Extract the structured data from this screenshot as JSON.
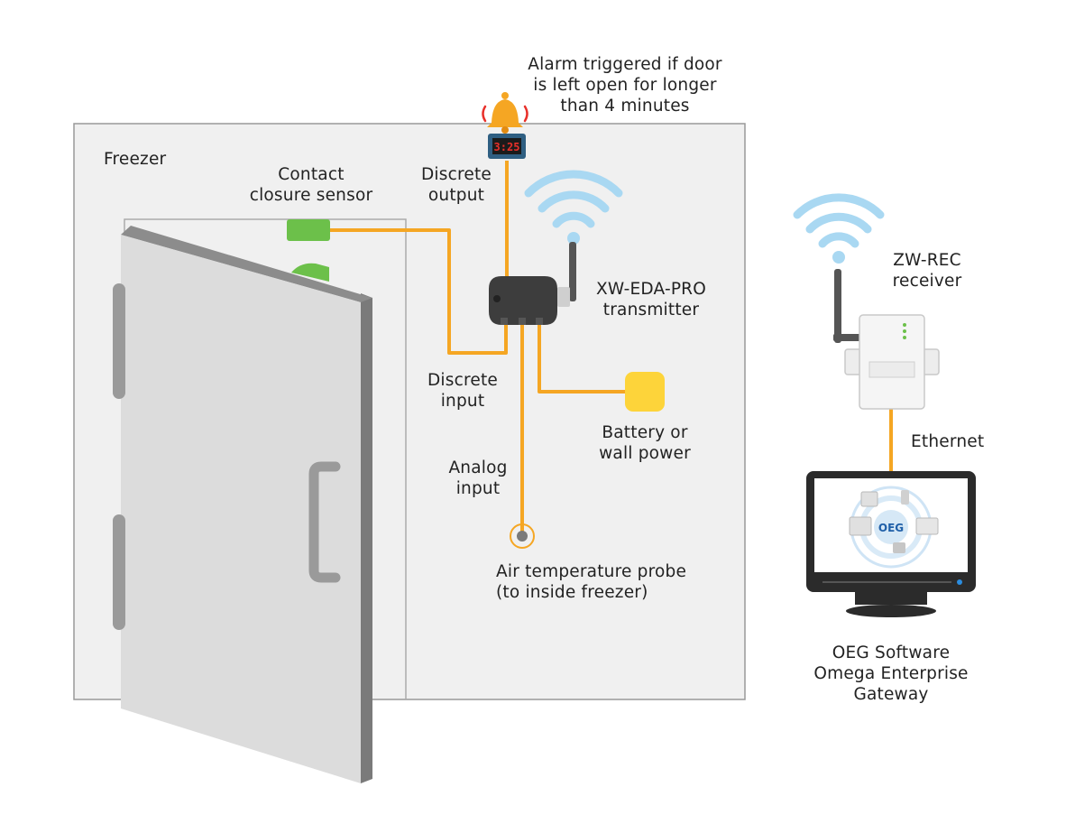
{
  "labels": {
    "freezer": "Freezer",
    "contact_sensor": [
      "Contact",
      "closure sensor"
    ],
    "discrete_output": [
      "Discrete",
      "output"
    ],
    "alarm": [
      "Alarm triggered if door",
      "is left open for longer",
      "than 4 minutes"
    ],
    "transmitter": [
      "XW-EDA-PRO",
      "transmitter"
    ],
    "discrete_input": [
      "Discrete",
      "input"
    ],
    "power": [
      "Battery or",
      "wall power"
    ],
    "analog_input": [
      "Analog",
      "input"
    ],
    "probe": [
      "Air temperature probe",
      "(to inside freezer)"
    ],
    "receiver": [
      "ZW-REC",
      "receiver"
    ],
    "ethernet": "Ethernet",
    "software": [
      "OEG Software",
      "Omega Enterprise",
      "Gateway"
    ]
  },
  "timer_display": "3:25",
  "screen_logo": "OEG",
  "colors": {
    "wire": "#f5a623",
    "sensor_green": "#6cc04a",
    "power_yellow": "#fdd43a",
    "wifi_blue": "#a9d8f2",
    "freezer_panel": "#f0f0f0",
    "door_face": "#dcdcdc",
    "door_edge": "#7a7a7a",
    "transmitter_body": "#3d3d3d",
    "timer_red": "#e8302a"
  },
  "icons": [
    "alarm-bell-icon",
    "timer-display-icon",
    "wifi-signal-icon",
    "antenna-icon",
    "monitor-icon"
  ]
}
